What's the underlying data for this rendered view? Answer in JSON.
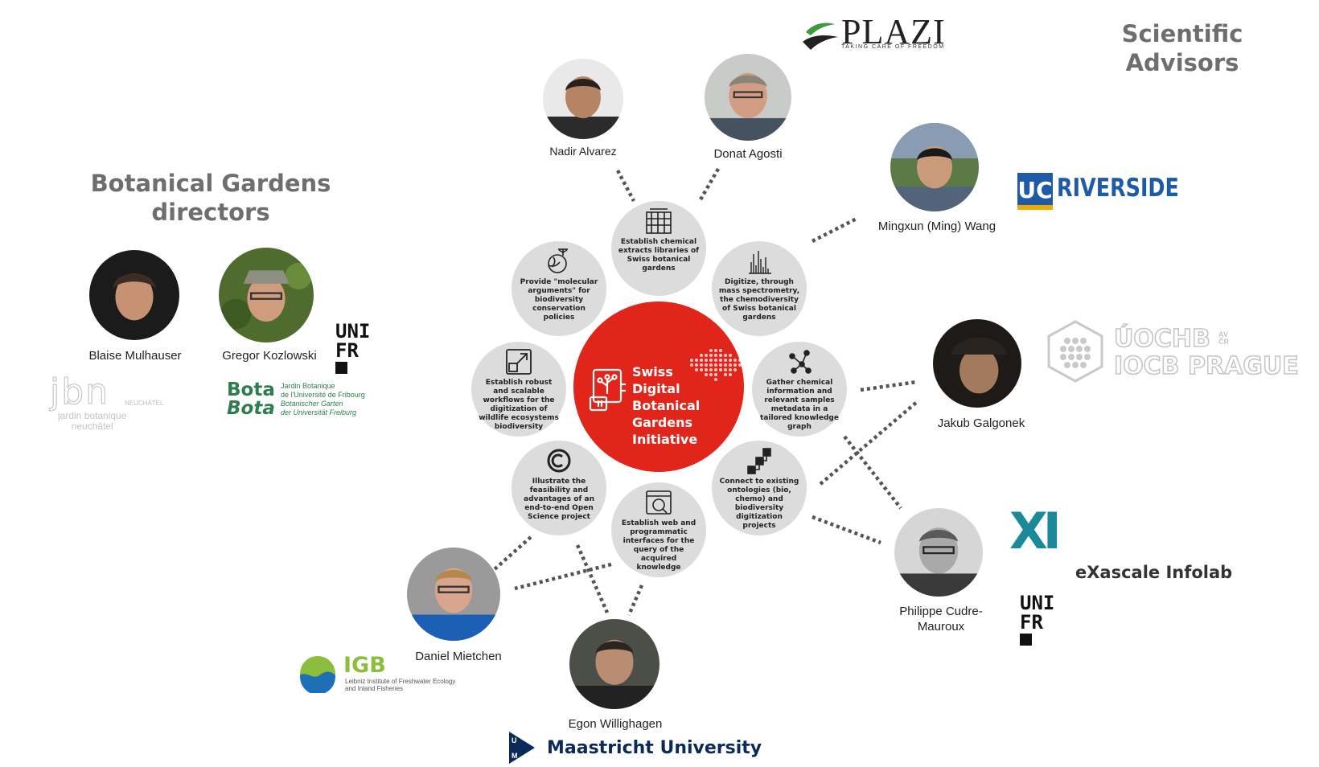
{
  "headings": {
    "scientific_advisors_line1": "Scientific",
    "scientific_advisors_line2": "Advisors",
    "gardens_line1": "Botanical Gardens",
    "gardens_line2": "directors"
  },
  "center": {
    "line1": "Swiss",
    "line2": "Digital Botanical",
    "line3": "Gardens Initiative",
    "color": "#e1251b"
  },
  "goals": [
    {
      "icon": "extract-library-icon",
      "text": "Establish chemical extracts libraries of Swiss botanical gardens"
    },
    {
      "icon": "spectrometry-icon",
      "text": "Digitize, through mass spectrometry, the chemodiversity of Swiss botanical gardens"
    },
    {
      "icon": "knowledge-graph-icon",
      "text": "Gather chemical information and relevant samples metadata in a tailored knowledge graph"
    },
    {
      "icon": "ontology-connect-icon",
      "text": "Connect to existing ontologies (bio, chemo) and biodiversity digitization projects"
    },
    {
      "icon": "web-interface-icon",
      "text": "Establish web and programmatic interfaces for the query of the acquired knowledge"
    },
    {
      "icon": "open-science-icon",
      "text": "Illustrate the feasibility and advantages of an end-to-end Open Science project"
    },
    {
      "icon": "workflow-icon",
      "text": "Establish robust and scalable workflows for the digitization of wildlife ecosystems biodiversity"
    },
    {
      "icon": "molecular-plant-icon",
      "text": "Provide \"molecular arguments\" for biodiversity conservation policies"
    }
  ],
  "people": {
    "nadir": "Nadir Alvarez",
    "donat": "Donat Agosti",
    "ming": "Mingxun (Ming) Wang",
    "jakub": "Jakub Galgonek",
    "philippe_line1": "Philippe Cudre-",
    "philippe_line2": "Mauroux",
    "daniel": "Daniel Mietchen",
    "egon": "Egon Willighagen",
    "blaise": "Blaise Mulhauser",
    "gregor": "Gregor Kozlowski"
  },
  "logos": {
    "plazi": "PLAZI",
    "plazi_tagline": "TAKING CARE OF FREEDOM",
    "ucr_uc": "UC",
    "ucr_name": "RIVERSIDE",
    "uochb_line1": "ÚOCHB",
    "uochb_line2": "IOCB PRAGUE",
    "uochb_side": "AV ČR",
    "xi": "XI",
    "exascale": "eXascale Infolab",
    "unifr1_a": "UNI",
    "unifr1_b": "FR",
    "unifr2_a": "UNI",
    "unifr2_b": "FR",
    "igb": "IGB",
    "igb_line1": "Leibniz Institute of Freshwater Ecology",
    "igb_line2": "and Inland Fisheries",
    "um_u": "U",
    "um_m": "M",
    "maastricht": "Maastricht University",
    "jbn_mark": "jbn",
    "jbn_line1": "jardin botanique",
    "jbn_line2": "neuchâtel",
    "jbn_city": "NEUCHÂTEL",
    "bota1": "Bota",
    "bota2": "Bota",
    "bota_line1": "Jardin Botanique",
    "bota_line2": "de l'Université de Fribourg",
    "bota_line3": "Botanischer Garten",
    "bota_line4": "der Universität Freiburg"
  },
  "colors": {
    "goal_bg": "#dcdcdc",
    "heading": "#6e6e6e",
    "ucr_blue": "#1f5aa6",
    "ucr_gold": "#f2a900",
    "bota_green": "#2e7d4f",
    "igb_green": "#8dbd3c",
    "igb_blue": "#1d6fb6",
    "exascale_teal": "#1a8a9a",
    "maastricht_navy": "#0b2a5b"
  }
}
